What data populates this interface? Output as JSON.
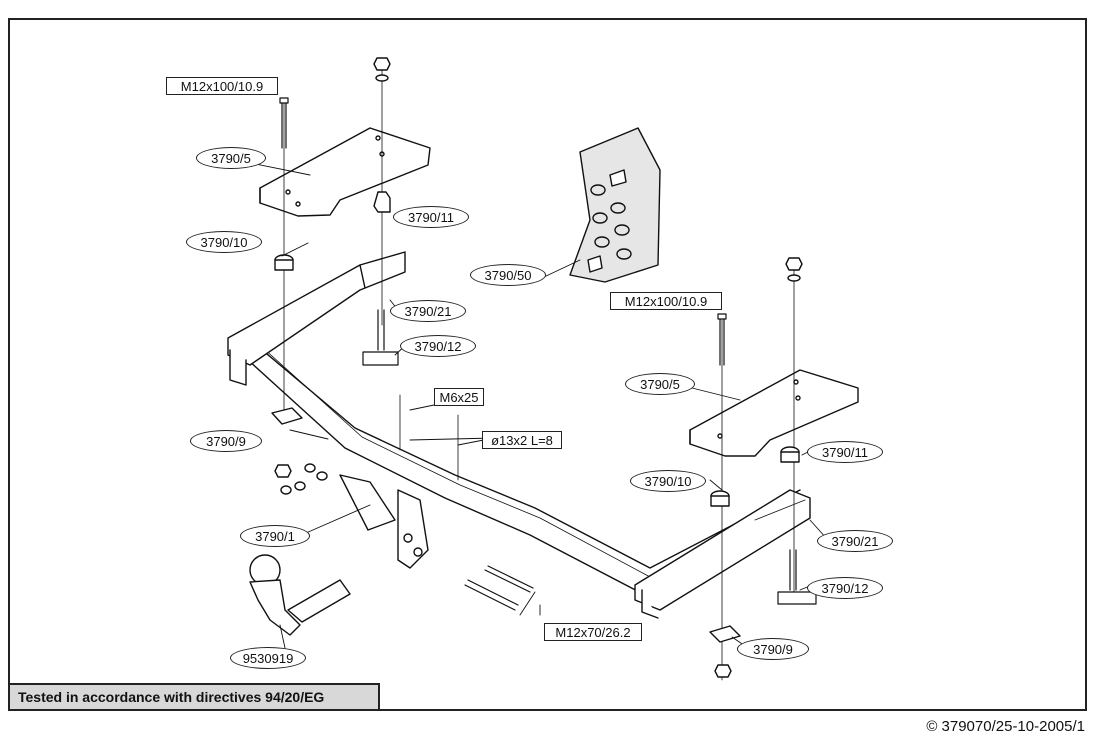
{
  "labels": {
    "bolt_left": "M12x100/10.9",
    "plate_left": "3790/5",
    "spacer11_left": "3790/11",
    "spacer10_left": "3790/10",
    "bracket21_left": "3790/21",
    "stud12_left": "3790/12",
    "plate9_left": "3790/9",
    "bolt_m6": "M6x25",
    "washer_spec": "ø13x2 L=8",
    "part_1": "3790/1",
    "ball_part": "9530919",
    "bolt_m12x70": "M12x70/26.2",
    "kit_50": "3790/50",
    "bolt_right": "M12x100/10.9",
    "plate_right": "3790/5",
    "spacer11_right": "3790/11",
    "spacer10_right": "3790/10",
    "bracket21_right": "3790/21",
    "stud12_right": "3790/12",
    "plate9_right": "3790/9"
  },
  "footer": {
    "note": "Tested in accordance with directives 94/20/EG",
    "copyright": "© 379070/25-10-2005/1"
  }
}
